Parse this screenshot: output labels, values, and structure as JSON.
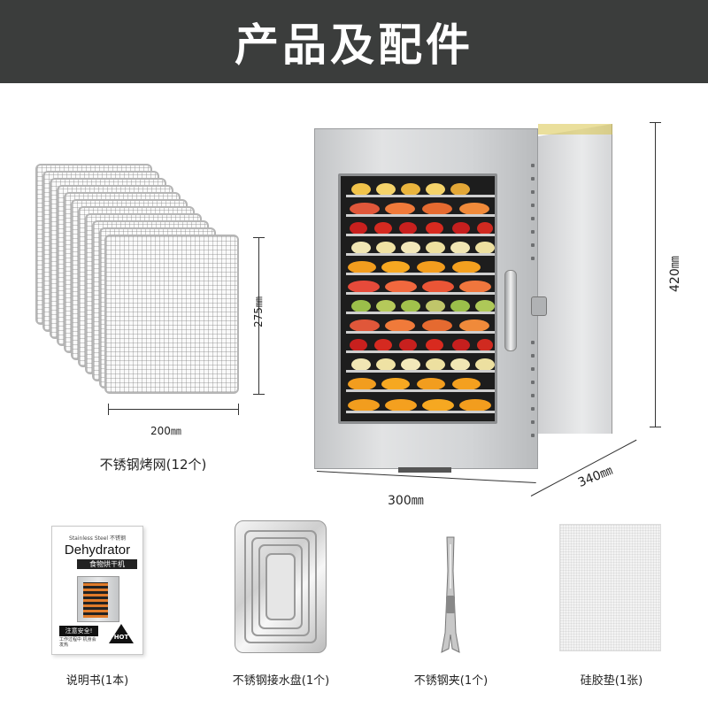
{
  "header": {
    "title": "产品及配件",
    "bg_color": "#3b3d3c",
    "text_color": "#ffffff"
  },
  "rack": {
    "width_label": "200㎜",
    "height_label": "275㎜",
    "caption": "不锈钢烤网(12个)"
  },
  "machine": {
    "height_label": "420㎜",
    "width_label": "300㎜",
    "depth_label": "340㎜"
  },
  "manual": {
    "top_text": "Stainless Steel 不锈钢",
    "title": "Dehydrator",
    "subtitle": "食物烘干机",
    "warning": "注意安全!",
    "warning_detail": "工作过程中 机身会发热",
    "hot_label": "HOT",
    "caption": "说明书(1本)"
  },
  "accessories": {
    "drip_tray_caption": "不锈钢接水盘(1个)",
    "tongs_caption": "不锈钢夹(1个)",
    "mat_caption": "硅胶垫(1张)"
  }
}
